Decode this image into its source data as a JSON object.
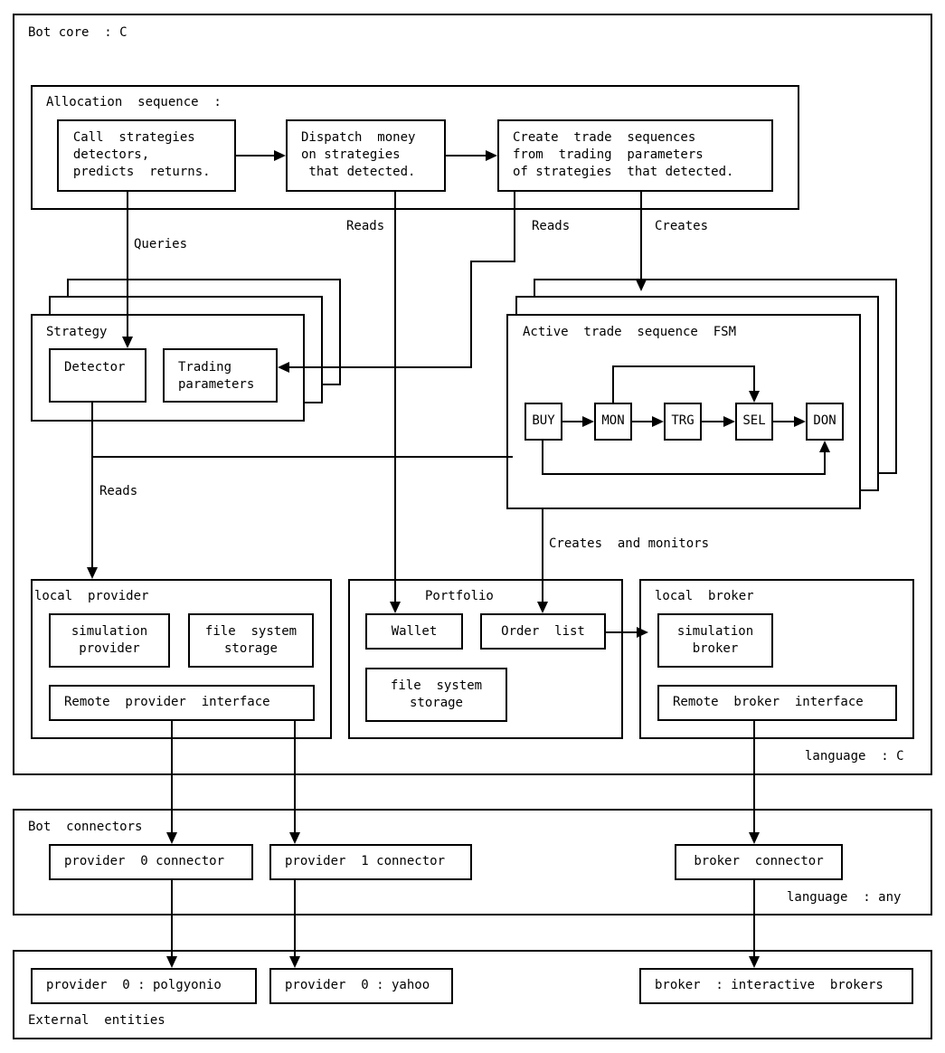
{
  "bot_core": {
    "title": "Bot core  : C",
    "language": "language  : C",
    "allocation": {
      "title": "Allocation  sequence  :",
      "step1": "  Call  strategies\n  detectors,\n  predicts  returns.",
      "step2": "Dispatch  money\non strategies\n that detected.",
      "step3": "Create  trade  sequences\nfrom  trading  parameters\nof strategies  that detected."
    },
    "strategy": {
      "title": "Strategy",
      "detector": "Detector",
      "trading_parameters": "Trading\nparameters"
    },
    "fsm": {
      "title": "Active  trade  sequence  FSM",
      "states": [
        "BUY",
        "MON",
        "TRG",
        "SEL",
        "DON"
      ]
    },
    "local_provider": {
      "title": "local  provider",
      "simulation": "simulation\nprovider",
      "storage": "file  system\nstorage",
      "remote": "Remote  provider  interface"
    },
    "portfolio": {
      "title": "Portfolio",
      "wallet": "Wallet",
      "order_list": "Order  list",
      "storage": "file  system\nstorage"
    },
    "local_broker": {
      "title": "local  broker",
      "simulation": "simulation\nbroker",
      "remote": "Remote  broker  interface"
    },
    "edges": {
      "queries": "Queries",
      "reads_dispatch": "Reads",
      "reads_create": "Reads",
      "creates": "Creates",
      "reads_provider": "Reads",
      "creates_monitors": "Creates  and monitors"
    }
  },
  "connectors": {
    "title": "Bot  connectors",
    "language": "language  : any",
    "provider0": "provider  0 connector",
    "provider1": "provider  1 connector",
    "broker": "broker  connector"
  },
  "external": {
    "title": "External  entities",
    "provider0": "provider  0 : polgyonio",
    "provider1": "provider  0 : yahoo",
    "broker": "broker  : interactive  brokers"
  }
}
